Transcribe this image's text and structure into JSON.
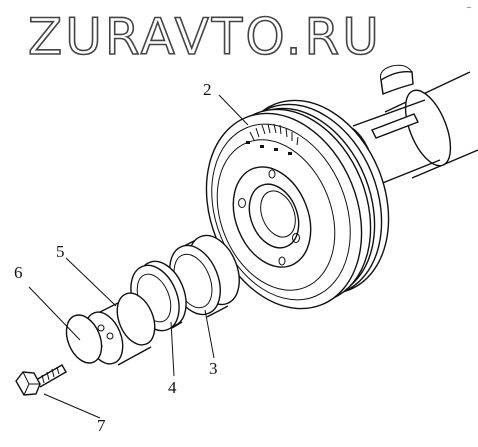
{
  "watermark": {
    "text": "ZURAVTO.RU"
  },
  "corner_mark": {
    "text": "~"
  },
  "callouts": [
    {
      "id": "1",
      "label": "2"
    },
    {
      "id": "2",
      "label": "3"
    },
    {
      "id": "3",
      "label": "4"
    },
    {
      "id": "4",
      "label": "5"
    },
    {
      "id": "5",
      "label": "6"
    },
    {
      "id": "6",
      "label": "7"
    }
  ],
  "colors": {
    "ink": "#111111",
    "paper": "#ffffff",
    "watermark_stroke": "#444444"
  },
  "parts": [
    {
      "name": "woodruff-key-icon"
    },
    {
      "name": "crankshaft-nose-icon"
    },
    {
      "name": "crankshaft-pulley-icon"
    },
    {
      "name": "outer-spacer-ring-icon"
    },
    {
      "name": "oil-seal-ring-icon"
    },
    {
      "name": "bushing-icon"
    },
    {
      "name": "o-ring-icon"
    },
    {
      "name": "pulley-bolt-icon"
    }
  ]
}
